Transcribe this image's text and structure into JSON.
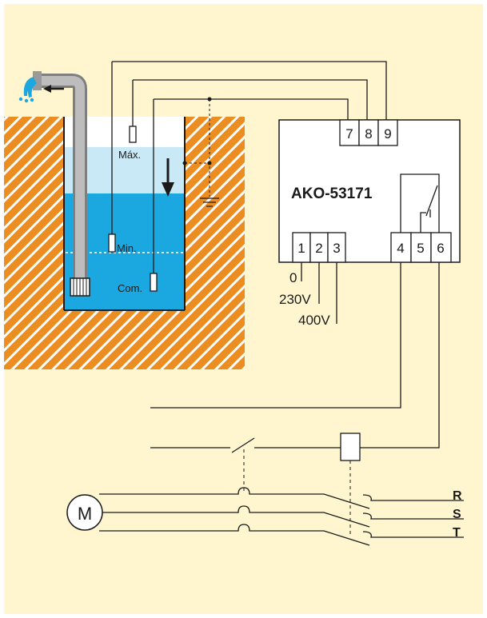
{
  "colors": {
    "background": "#fff6d0",
    "soil": "#ec8d22",
    "soil_hatch": "#ffffff",
    "water": "#1ba7e0",
    "water_light": "#c9e9f7",
    "pipe": "#a0a0a0",
    "line": "#1a1a1a",
    "box_fill": "#ffffff"
  },
  "labels": {
    "level_max": "Máx.",
    "level_min": "Min.",
    "level_com": "Com.",
    "controller_model": "AKO-53171",
    "voltage_0": "0",
    "voltage_230": "230V",
    "voltage_400": "400V",
    "motor": "M",
    "phase_r": "R",
    "phase_s": "S",
    "phase_t": "T"
  },
  "terminals": {
    "sensor": [
      "7",
      "8",
      "9"
    ],
    "supply": [
      "1",
      "2",
      "3"
    ],
    "relay": [
      "4",
      "5",
      "6"
    ]
  },
  "icons": {
    "outflow": "water-outflow-icon",
    "level_drop": "down-arrow-icon",
    "ground": "ground-icon",
    "pump": "submersible-pump-icon"
  }
}
